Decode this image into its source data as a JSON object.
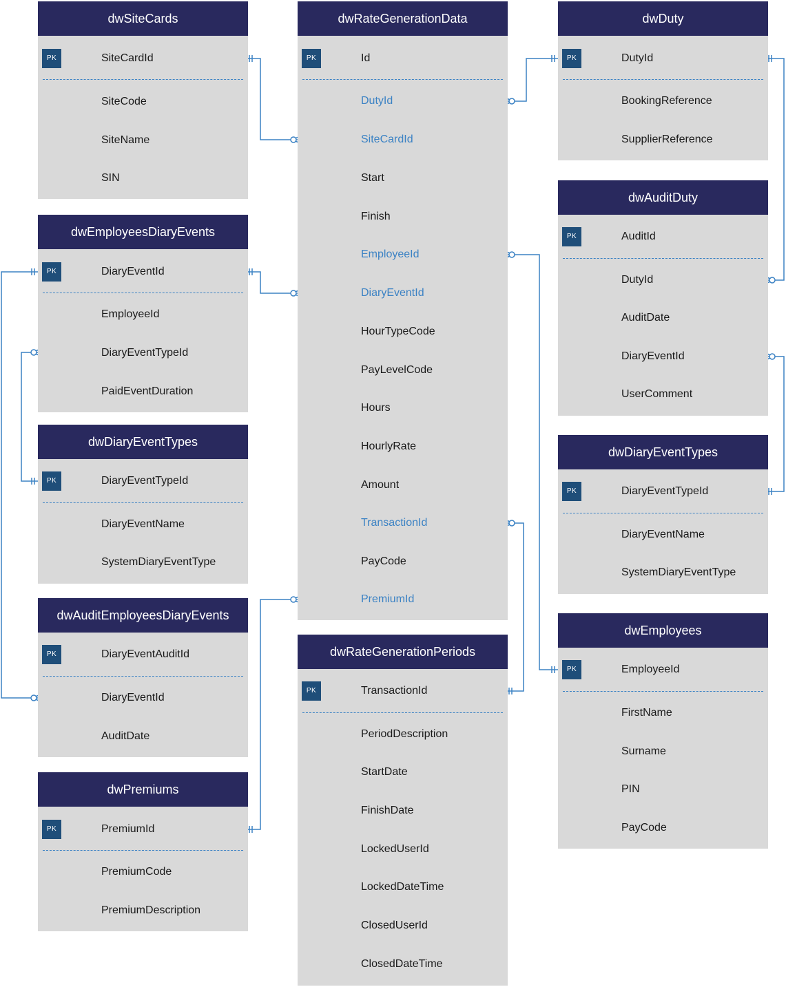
{
  "entities": [
    {
      "id": "siteCards",
      "title": "dwSiteCards",
      "pk": "SiteCardId",
      "fields": [
        {
          "label": "SiteCode",
          "fk": false
        },
        {
          "label": "SiteName",
          "fk": false
        },
        {
          "label": "SIN",
          "fk": false
        }
      ]
    },
    {
      "id": "empDiaryEvents",
      "title": "dwEmployeesDiaryEvents",
      "pk": "DiaryEventId",
      "fields": [
        {
          "label": "EmployeeId",
          "fk": false
        },
        {
          "label": "DiaryEventTypeId",
          "fk": false
        },
        {
          "label": "PaidEventDuration",
          "fk": false
        }
      ]
    },
    {
      "id": "diaryEventTypesLeft",
      "title": "dwDiaryEventTypes",
      "pk": "DiaryEventTypeId",
      "fields": [
        {
          "label": "DiaryEventName",
          "fk": false
        },
        {
          "label": "SystemDiaryEventType",
          "fk": false
        }
      ]
    },
    {
      "id": "auditEmpDiaryEvents",
      "title": "dwAuditEmployeesDiaryEvents",
      "pk": "DiaryEventAuditId",
      "fields": [
        {
          "label": "DiaryEventId",
          "fk": false
        },
        {
          "label": "AuditDate",
          "fk": false
        }
      ]
    },
    {
      "id": "premiums",
      "title": "dwPremiums",
      "pk": "PremiumId",
      "fields": [
        {
          "label": "PremiumCode",
          "fk": false
        },
        {
          "label": "PremiumDescription",
          "fk": false
        }
      ]
    },
    {
      "id": "rateGenData",
      "title": "dwRateGenerationData",
      "pk": "Id",
      "fields": [
        {
          "label": "DutyId",
          "fk": true
        },
        {
          "label": "SiteCardId",
          "fk": true
        },
        {
          "label": "Start",
          "fk": false
        },
        {
          "label": "Finish",
          "fk": false
        },
        {
          "label": "EmployeeId",
          "fk": true
        },
        {
          "label": "DiaryEventId",
          "fk": true
        },
        {
          "label": "HourTypeCode",
          "fk": false
        },
        {
          "label": "PayLevelCode",
          "fk": false
        },
        {
          "label": "Hours",
          "fk": false
        },
        {
          "label": "HourlyRate",
          "fk": false
        },
        {
          "label": "Amount",
          "fk": false
        },
        {
          "label": "TransactionId",
          "fk": true
        },
        {
          "label": "PayCode",
          "fk": false
        },
        {
          "label": "PremiumId",
          "fk": true
        }
      ]
    },
    {
      "id": "rateGenPeriods",
      "title": "dwRateGenerationPeriods",
      "pk": "TransactionId",
      "fields": [
        {
          "label": "PeriodDescription",
          "fk": false
        },
        {
          "label": "StartDate",
          "fk": false
        },
        {
          "label": "FinishDate",
          "fk": false
        },
        {
          "label": "LockedUserId",
          "fk": false
        },
        {
          "label": "LockedDateTime",
          "fk": false
        },
        {
          "label": "ClosedUserId",
          "fk": false
        },
        {
          "label": "ClosedDateTime",
          "fk": false
        }
      ]
    },
    {
      "id": "duty",
      "title": "dwDuty",
      "pk": "DutyId",
      "fields": [
        {
          "label": "BookingReference",
          "fk": false
        },
        {
          "label": "SupplierReference",
          "fk": false
        }
      ]
    },
    {
      "id": "auditDuty",
      "title": "dwAuditDuty",
      "pk": "AuditId",
      "fields": [
        {
          "label": "DutyId",
          "fk": false
        },
        {
          "label": "AuditDate",
          "fk": false
        },
        {
          "label": "DiaryEventId",
          "fk": false
        },
        {
          "label": "UserComment",
          "fk": false
        }
      ]
    },
    {
      "id": "diaryEventTypesRight",
      "title": "dwDiaryEventTypes",
      "pk": "DiaryEventTypeId",
      "fields": [
        {
          "label": "DiaryEventName",
          "fk": false
        },
        {
          "label": "SystemDiaryEventType",
          "fk": false
        }
      ]
    },
    {
      "id": "employees",
      "title": "dwEmployees",
      "pk": "EmployeeId",
      "fields": [
        {
          "label": "FirstName",
          "fk": false
        },
        {
          "label": "Surname",
          "fk": false
        },
        {
          "label": "PIN",
          "fk": false
        },
        {
          "label": "PayCode",
          "fk": false
        }
      ]
    }
  ],
  "pk_badge": "PK",
  "colors": {
    "header": "#29295e",
    "body": "#d9d9d9",
    "link": "#3b82c4",
    "pk_badge": "#1f4e79",
    "fk_text": "#3b82c4"
  }
}
